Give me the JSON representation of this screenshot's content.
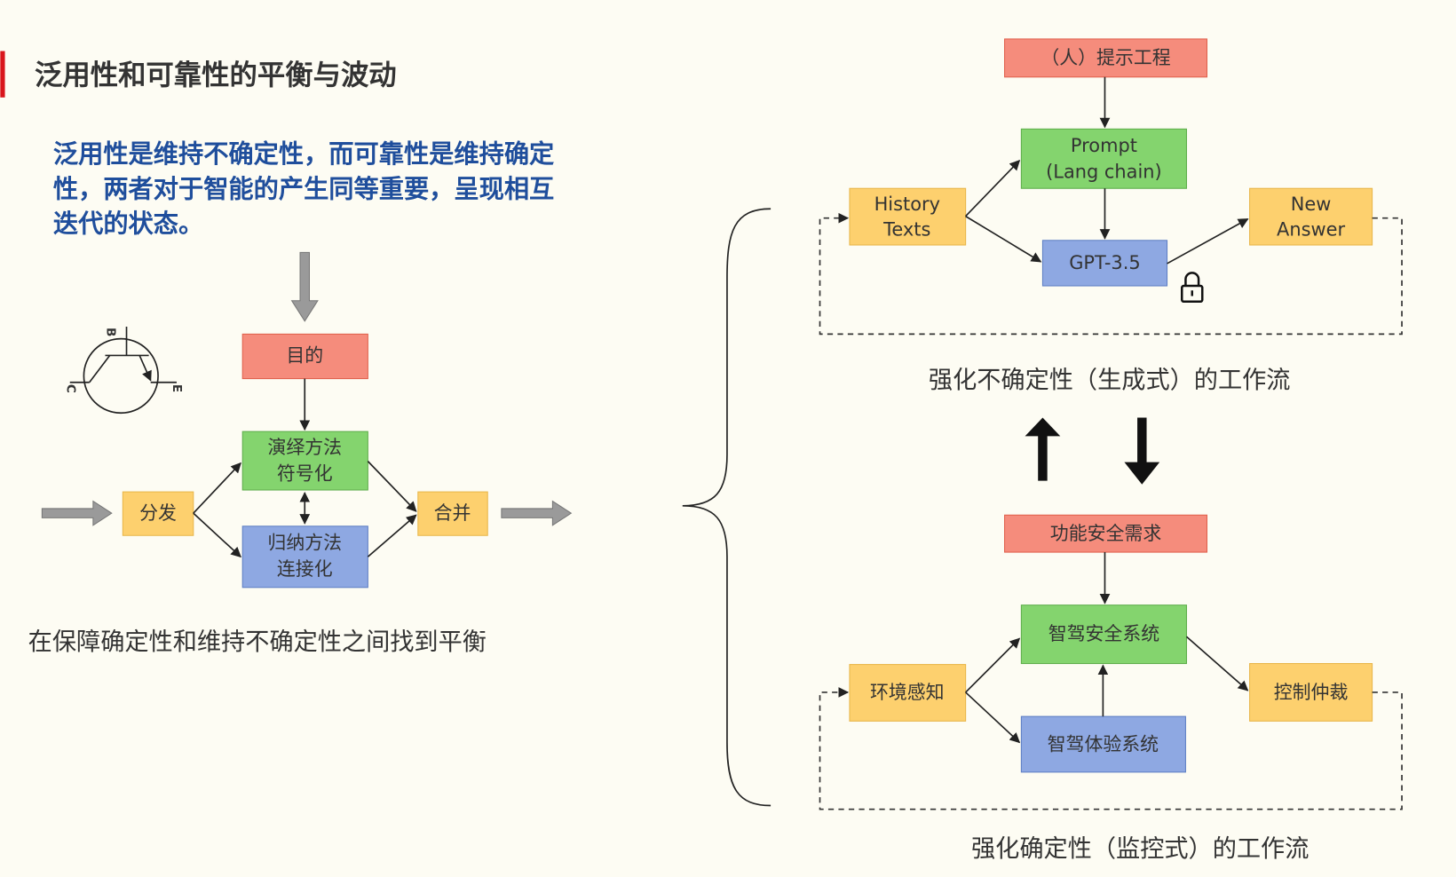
{
  "title": "泛用性和可靠性的平衡与波动",
  "intro_lines": [
    "泛用性是维持不确定性，而可靠性是维持确定",
    "性，两者对于智能的产生同等重要，呈现相互",
    "迭代的状态。"
  ],
  "transistor_labels": {
    "b": "B",
    "c": "C",
    "e": "E"
  },
  "left_diagram": {
    "purpose": "目的",
    "deduction": [
      "演绎方法",
      "符号化"
    ],
    "induction": [
      "归纳方法",
      "连接化"
    ],
    "split": "分发",
    "merge": "合并",
    "caption": "在保障确定性和维持不确定性之间找到平衡"
  },
  "generative_flow": {
    "prompt_engineering": "（人）提示工程",
    "prompt": [
      "Prompt",
      "(Lang chain)"
    ],
    "history": [
      "History",
      "Texts"
    ],
    "model": "GPT-3.5",
    "answer": [
      "New",
      "Answer"
    ],
    "caption": "强化不确定性（生成式）的工作流"
  },
  "monitoring_flow": {
    "requirement": "功能安全需求",
    "safety_system": "智驾安全系统",
    "perception": "环境感知",
    "experience_system": "智驾体验系统",
    "arbitration": "控制仲裁",
    "caption": "强化确定性（监控式）的工作流"
  },
  "colors": {
    "red_box": "#f58c7c",
    "green_box": "#84d46e",
    "blue_box": "#8ea8e2",
    "orange_box": "#fdd06e",
    "title_bar": "#d9161c",
    "intro_text": "#1f4e9c"
  }
}
